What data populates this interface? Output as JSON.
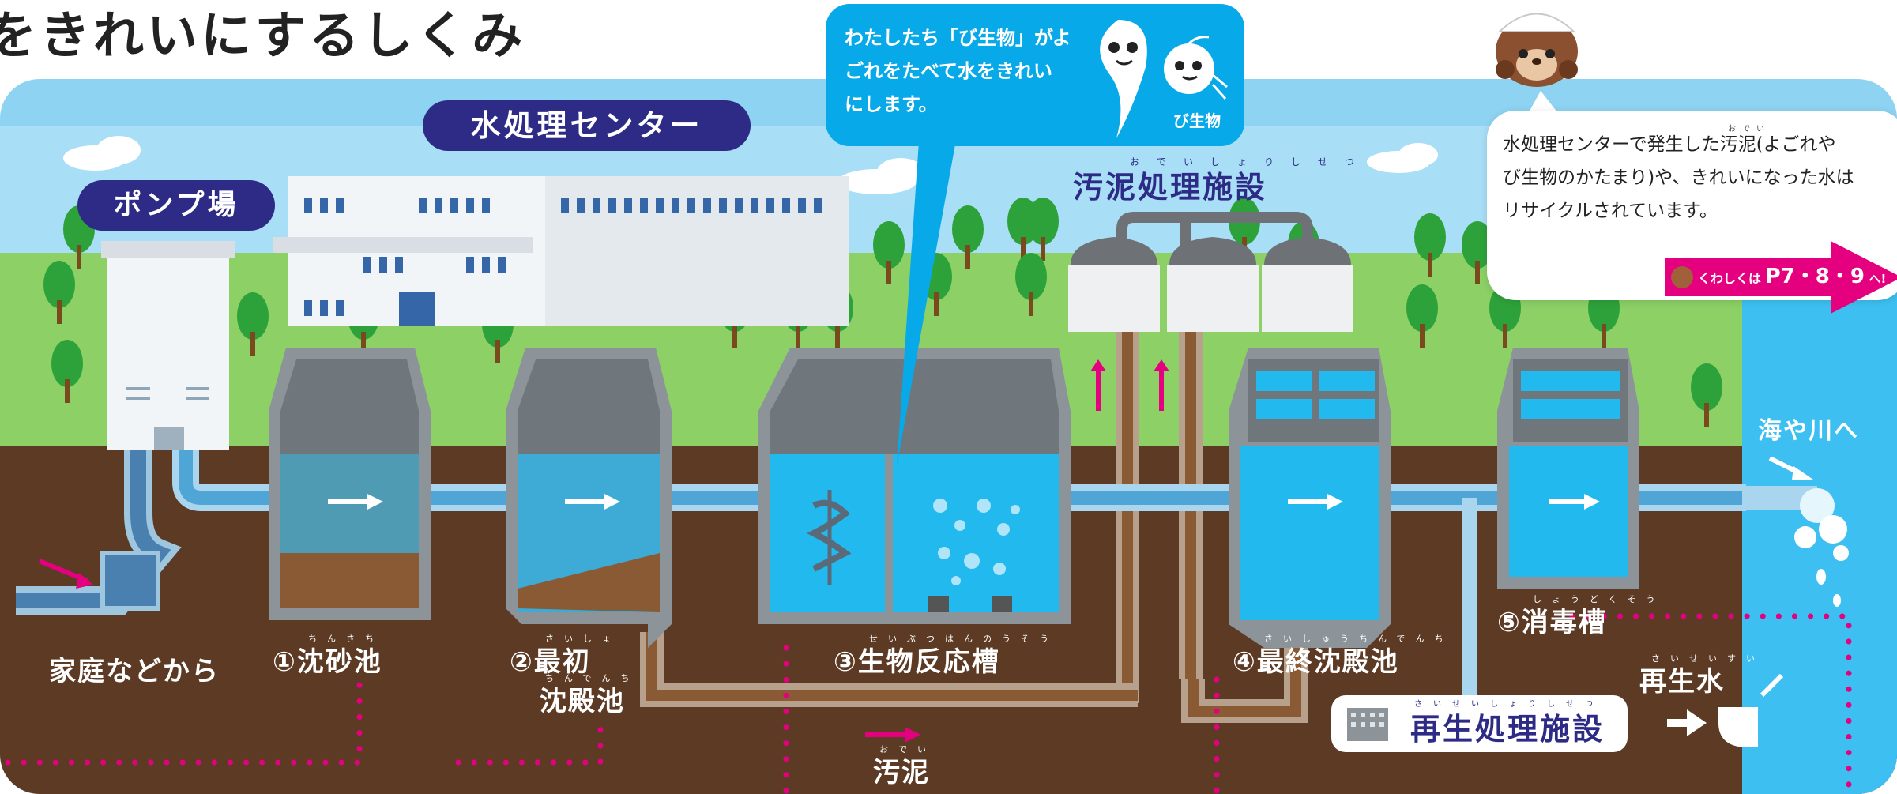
{
  "title": "をきれいにするしくみ",
  "labels": {
    "water_center": "水処理センター",
    "pump_station": "ポンプ場",
    "sludge_facility": "汚泥処理施設",
    "sludge_facility_ruby": "おでいしょりしせつ",
    "from_homes": "家庭などから",
    "to_sea": "海や川へ",
    "reclaimed_water": "再生水",
    "reclaimed_water_ruby": "さいせいすい",
    "sludge": "汚泥",
    "sludge_ruby": "おでい",
    "recycle_facility": "再生処理施設",
    "recycle_facility_ruby": "さいせいしょりしせつ"
  },
  "tanks": [
    {
      "label": "①沈砂池",
      "ruby": "ちんさち"
    },
    {
      "label": "②最初",
      "ruby": "さいしょ",
      "label2": "沈殿池",
      "ruby2": "ちんでんち"
    },
    {
      "label": "③生物反応槽",
      "ruby": "せいぶつはんのうそう"
    },
    {
      "label": "④最終沈殿池",
      "ruby": "さいしゅうちんでんち"
    },
    {
      "label": "⑤消毒槽",
      "ruby": "しょうどくそう"
    }
  ],
  "microbe_bubble": {
    "lines": [
      "わたしたち「び生物」がよ",
      "ごれをたべて水をきれい",
      "にします。"
    ],
    "tag": "び生物"
  },
  "mascot_callout": {
    "lines": [
      "水処理センターで発生した汚泥(よごれや",
      "び生物のかたまり)や、きれいになった水は",
      "リサイクルされています。"
    ],
    "ruby": "おでい",
    "link_prefix": "くわしくは",
    "link_pages": "P7・8・9",
    "link_suffix": "へ!"
  },
  "colors": {
    "sky": "#8ed3f2",
    "grass": "#8cd066",
    "soil": "#5c3a24",
    "water_dirty": "#4e9bb3",
    "water_clean": "#22b9ee",
    "navy": "#2d2b86",
    "magenta": "#e4007f"
  }
}
